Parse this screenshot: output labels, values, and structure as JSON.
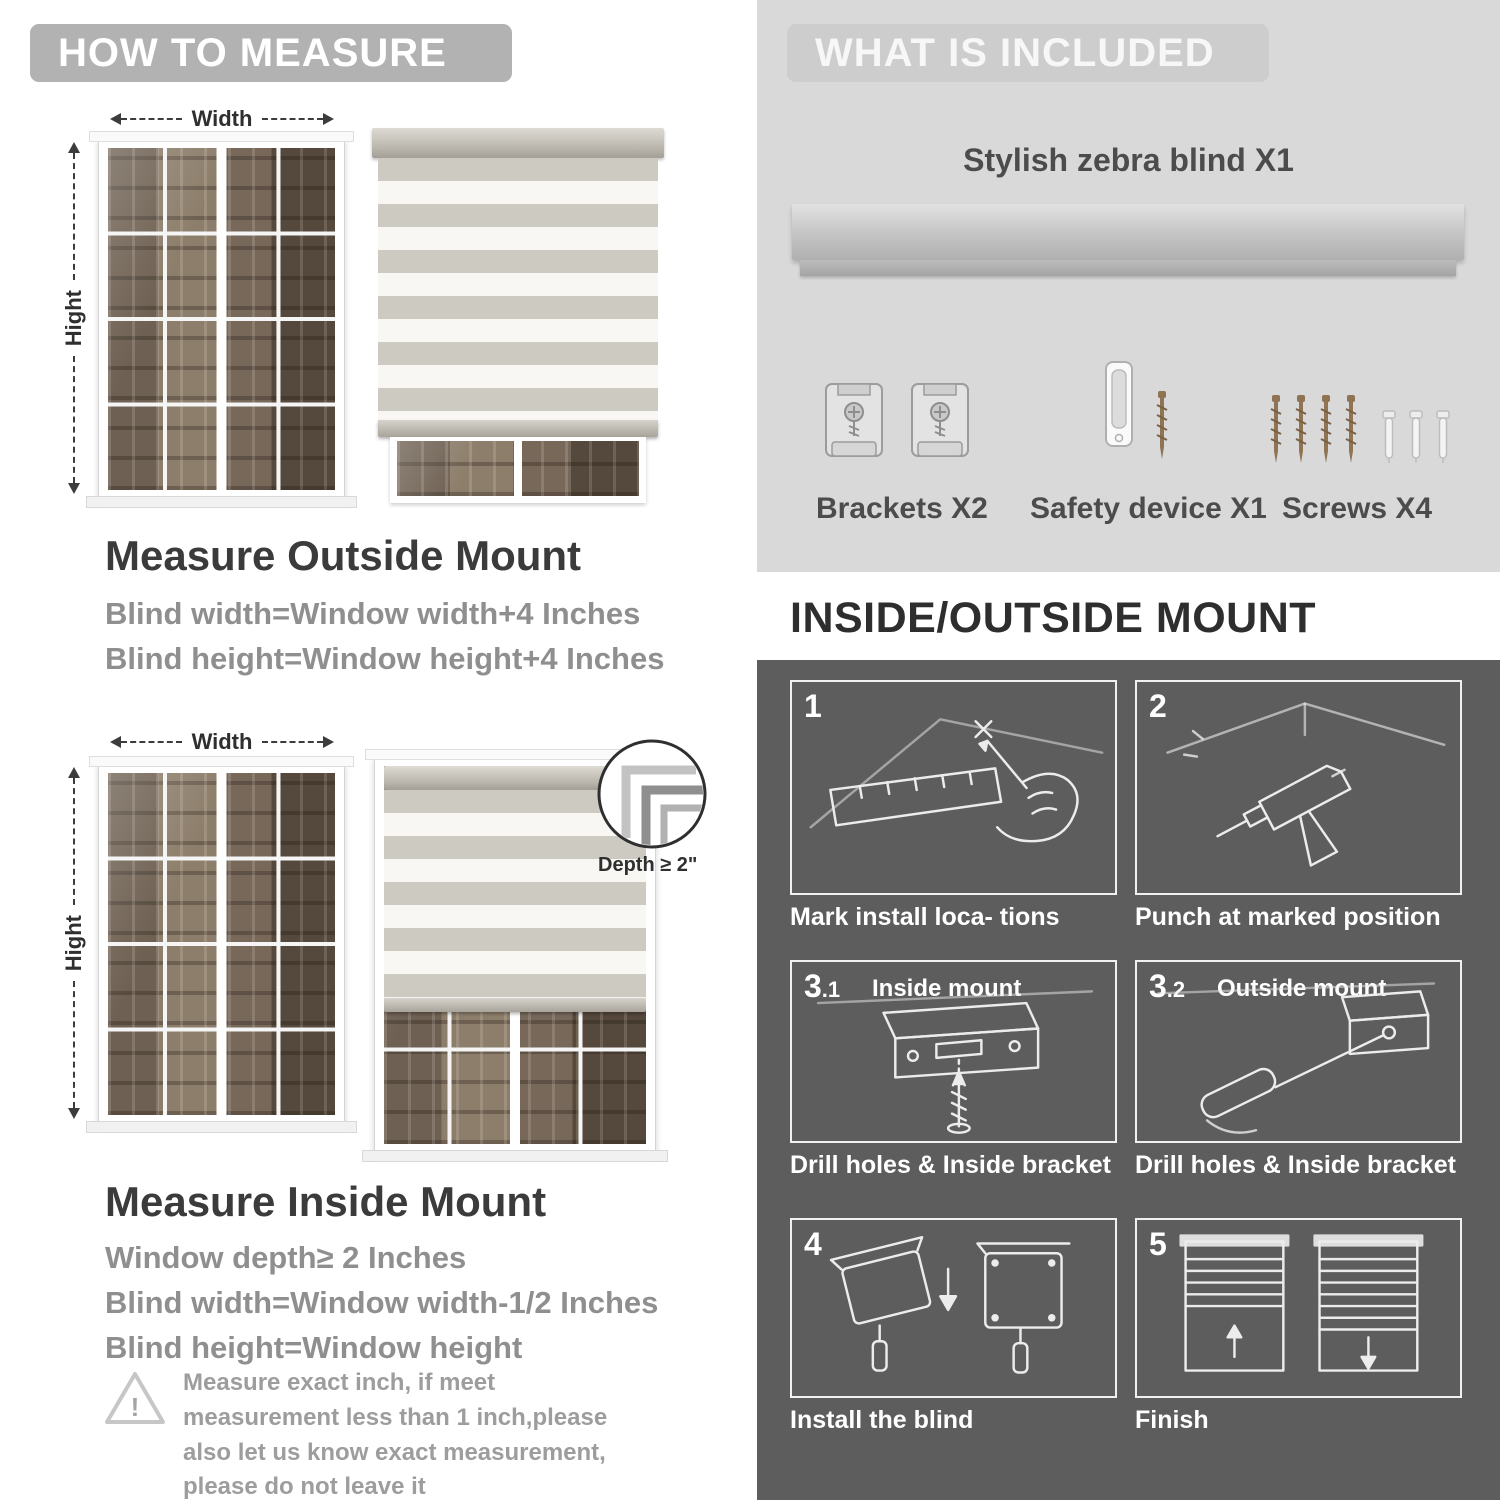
{
  "colors": {
    "left_header_pill": "#b2b2b2",
    "included_pill": "#cdcdcd",
    "right_panel_light": "#d9d9d9",
    "right_panel_dark": "#5d5d5d",
    "text_dark": "#3b3b3b",
    "text_gray": "#8f8f8f",
    "step_border": "#f0f0f0"
  },
  "left": {
    "header": "HOW TO MEASURE",
    "outside": {
      "width_label": "Width",
      "height_label": "Hight",
      "title": "Measure Outside Mount",
      "rule1": "Blind width=Window width+4 Inches",
      "rule2": "Blind height=Window height+4 Inches"
    },
    "inside": {
      "width_label": "Width",
      "height_label": "Hight",
      "depth_label": "Depth ≥ 2\"",
      "title": "Measure Inside Mount",
      "rule1": "Window depth≥ 2 Inches",
      "rule2": "Blind width=Window width-1/2 Inches",
      "rule3": "Blind height=Window height"
    },
    "note": {
      "mark": "!",
      "text": "Measure exact inch, if meet measurement less than 1 inch,please also let us know exact measurement, please do not leave it"
    }
  },
  "right": {
    "included": {
      "header": "WHAT IS INCLUDED",
      "blind_label": "Stylish zebra blind X1",
      "items": [
        {
          "label": "Brackets X2"
        },
        {
          "label": "Safety device X1"
        },
        {
          "label": "Screws X4"
        }
      ]
    },
    "mount": {
      "header": "INSIDE/OUTSIDE MOUNT",
      "steps": [
        {
          "num": "1",
          "sub": "",
          "tag": "",
          "caption": "Mark install loca- tions"
        },
        {
          "num": "2",
          "sub": "",
          "tag": "",
          "caption": "Punch at  marked position"
        },
        {
          "num": "3",
          "sub": ".1",
          "tag": "Inside mount",
          "caption": "Drill holes &  Inside bracket"
        },
        {
          "num": "3",
          "sub": ".2",
          "tag": "Outside mount",
          "caption": "Drill holes &  Inside bracket"
        },
        {
          "num": "4",
          "sub": "",
          "tag": "",
          "caption": "Install the blind"
        },
        {
          "num": "5",
          "sub": "",
          "tag": "",
          "caption": "Finish"
        }
      ]
    }
  }
}
